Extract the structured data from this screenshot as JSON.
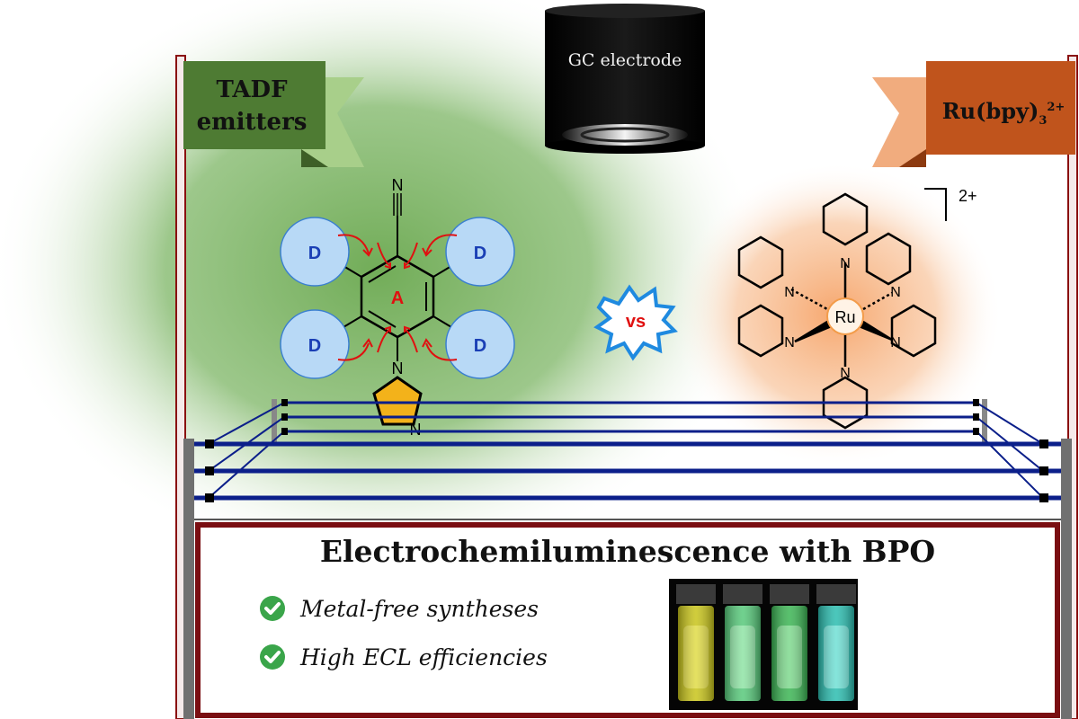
{
  "banners": {
    "tadf": {
      "line1": "TADF",
      "line2": "emitters"
    },
    "ru": {
      "prefix": "Ru(bpy)",
      "subscript": "3",
      "superscript": "2+"
    }
  },
  "electrode": {
    "label": "GC electrode"
  },
  "tadf_molecule": {
    "acceptor": "A",
    "donor": "D",
    "nitrile_atom": "N",
    "imidazole_atoms": [
      "N",
      "N"
    ]
  },
  "versus": "vs",
  "ru_complex": {
    "metal": "Ru",
    "charge": "2+",
    "ligand_atom": "N"
  },
  "panel": {
    "title": "Electrochemiluminescence with BPO",
    "features": [
      "Metal-free syntheses",
      "High ECL efficiencies"
    ]
  },
  "colors": {
    "tadf_banner": "#4e7b33",
    "tadf_banner_tail": "#a8cf8a",
    "ru_banner": "#c0541c",
    "ru_banner_tail": "#f1ac7e",
    "donor_fill": "#b8d9f6",
    "donor_text": "#1a3fb5",
    "acceptor_text": "#e01010",
    "imidazole_fill": "#f3b21a",
    "vs_text": "#e01010",
    "vs_star": "#1f8ae0",
    "ring_ropes": "#0b1f8a",
    "panel_border": "#7a0e12",
    "check": "#3aa54a"
  },
  "vials": [
    {
      "color": "#c8c41a",
      "glow": "#e9e55a"
    },
    {
      "color": "#57c97a",
      "glow": "#a7f0b8"
    },
    {
      "color": "#3cb554",
      "glow": "#9be8a6"
    },
    {
      "color": "#2bbdb0",
      "glow": "#8ff0e5"
    }
  ]
}
